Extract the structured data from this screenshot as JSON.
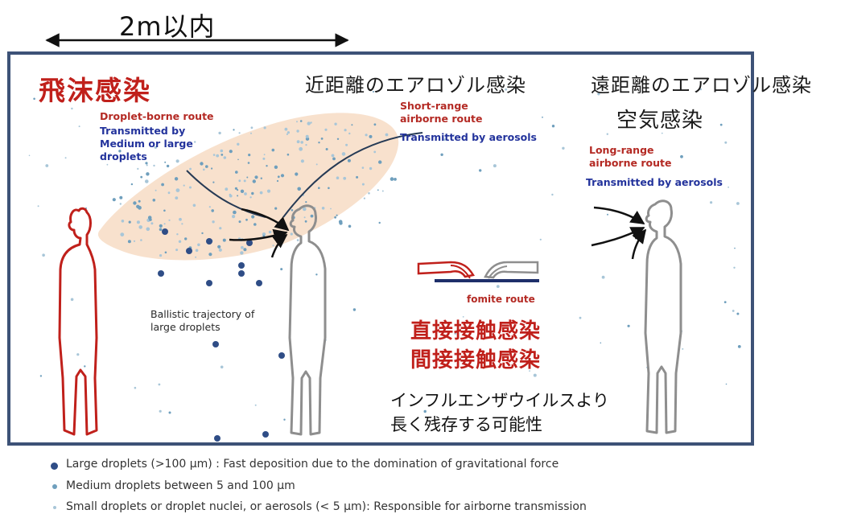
{
  "distance_label": "2m以内",
  "colors": {
    "frame": "#3d5277",
    "red_text": "#c0201b",
    "blue_text": "#23339c",
    "large_droplet": "#2f4d86",
    "medium_droplet": "#6f9fbd",
    "small_droplet": "#a8c6d8",
    "cloud": "#f7dcc4"
  },
  "droplet_section": {
    "title_jp": "飛沫感染",
    "route_name": "Droplet-borne route",
    "transmission": [
      "Transmitted by",
      "Medium or large",
      "droplets"
    ]
  },
  "short_range_section": {
    "title_jp": "近距離のエアロゾル感染",
    "route_name": [
      "Short-range",
      "airborne route"
    ],
    "transmission": "Transmitted by aerosols"
  },
  "long_range_section": {
    "title_jp": "遠距離のエアロゾル感染",
    "subtitle_jp": "空気感染",
    "route_name": [
      "Long-range",
      "airborne route"
    ],
    "transmission": "Transmitted by aerosols"
  },
  "ballistic_label": [
    "Ballistic trajectory of",
    "large droplets"
  ],
  "fomite_section": {
    "route_name": "fomite route",
    "line1_jp": "直接接触感染",
    "line2_jp": "間接接触感染",
    "note_line1_jp": "インフルエンザウイルスより",
    "note_line2_jp": "長く残存する可能性"
  },
  "legend": [
    {
      "icon": "large-droplet-dot",
      "text": "Large droplets (>100 μm) : Fast deposition due to the domination of gravitational force"
    },
    {
      "icon": "medium-droplet-dot",
      "text": "Medium droplets between 5 and 100 μm"
    },
    {
      "icon": "small-droplet-dot",
      "text": "Small droplets or droplet nuclei, or aerosols (< 5 μm): Responsible for airborne transmission"
    }
  ]
}
